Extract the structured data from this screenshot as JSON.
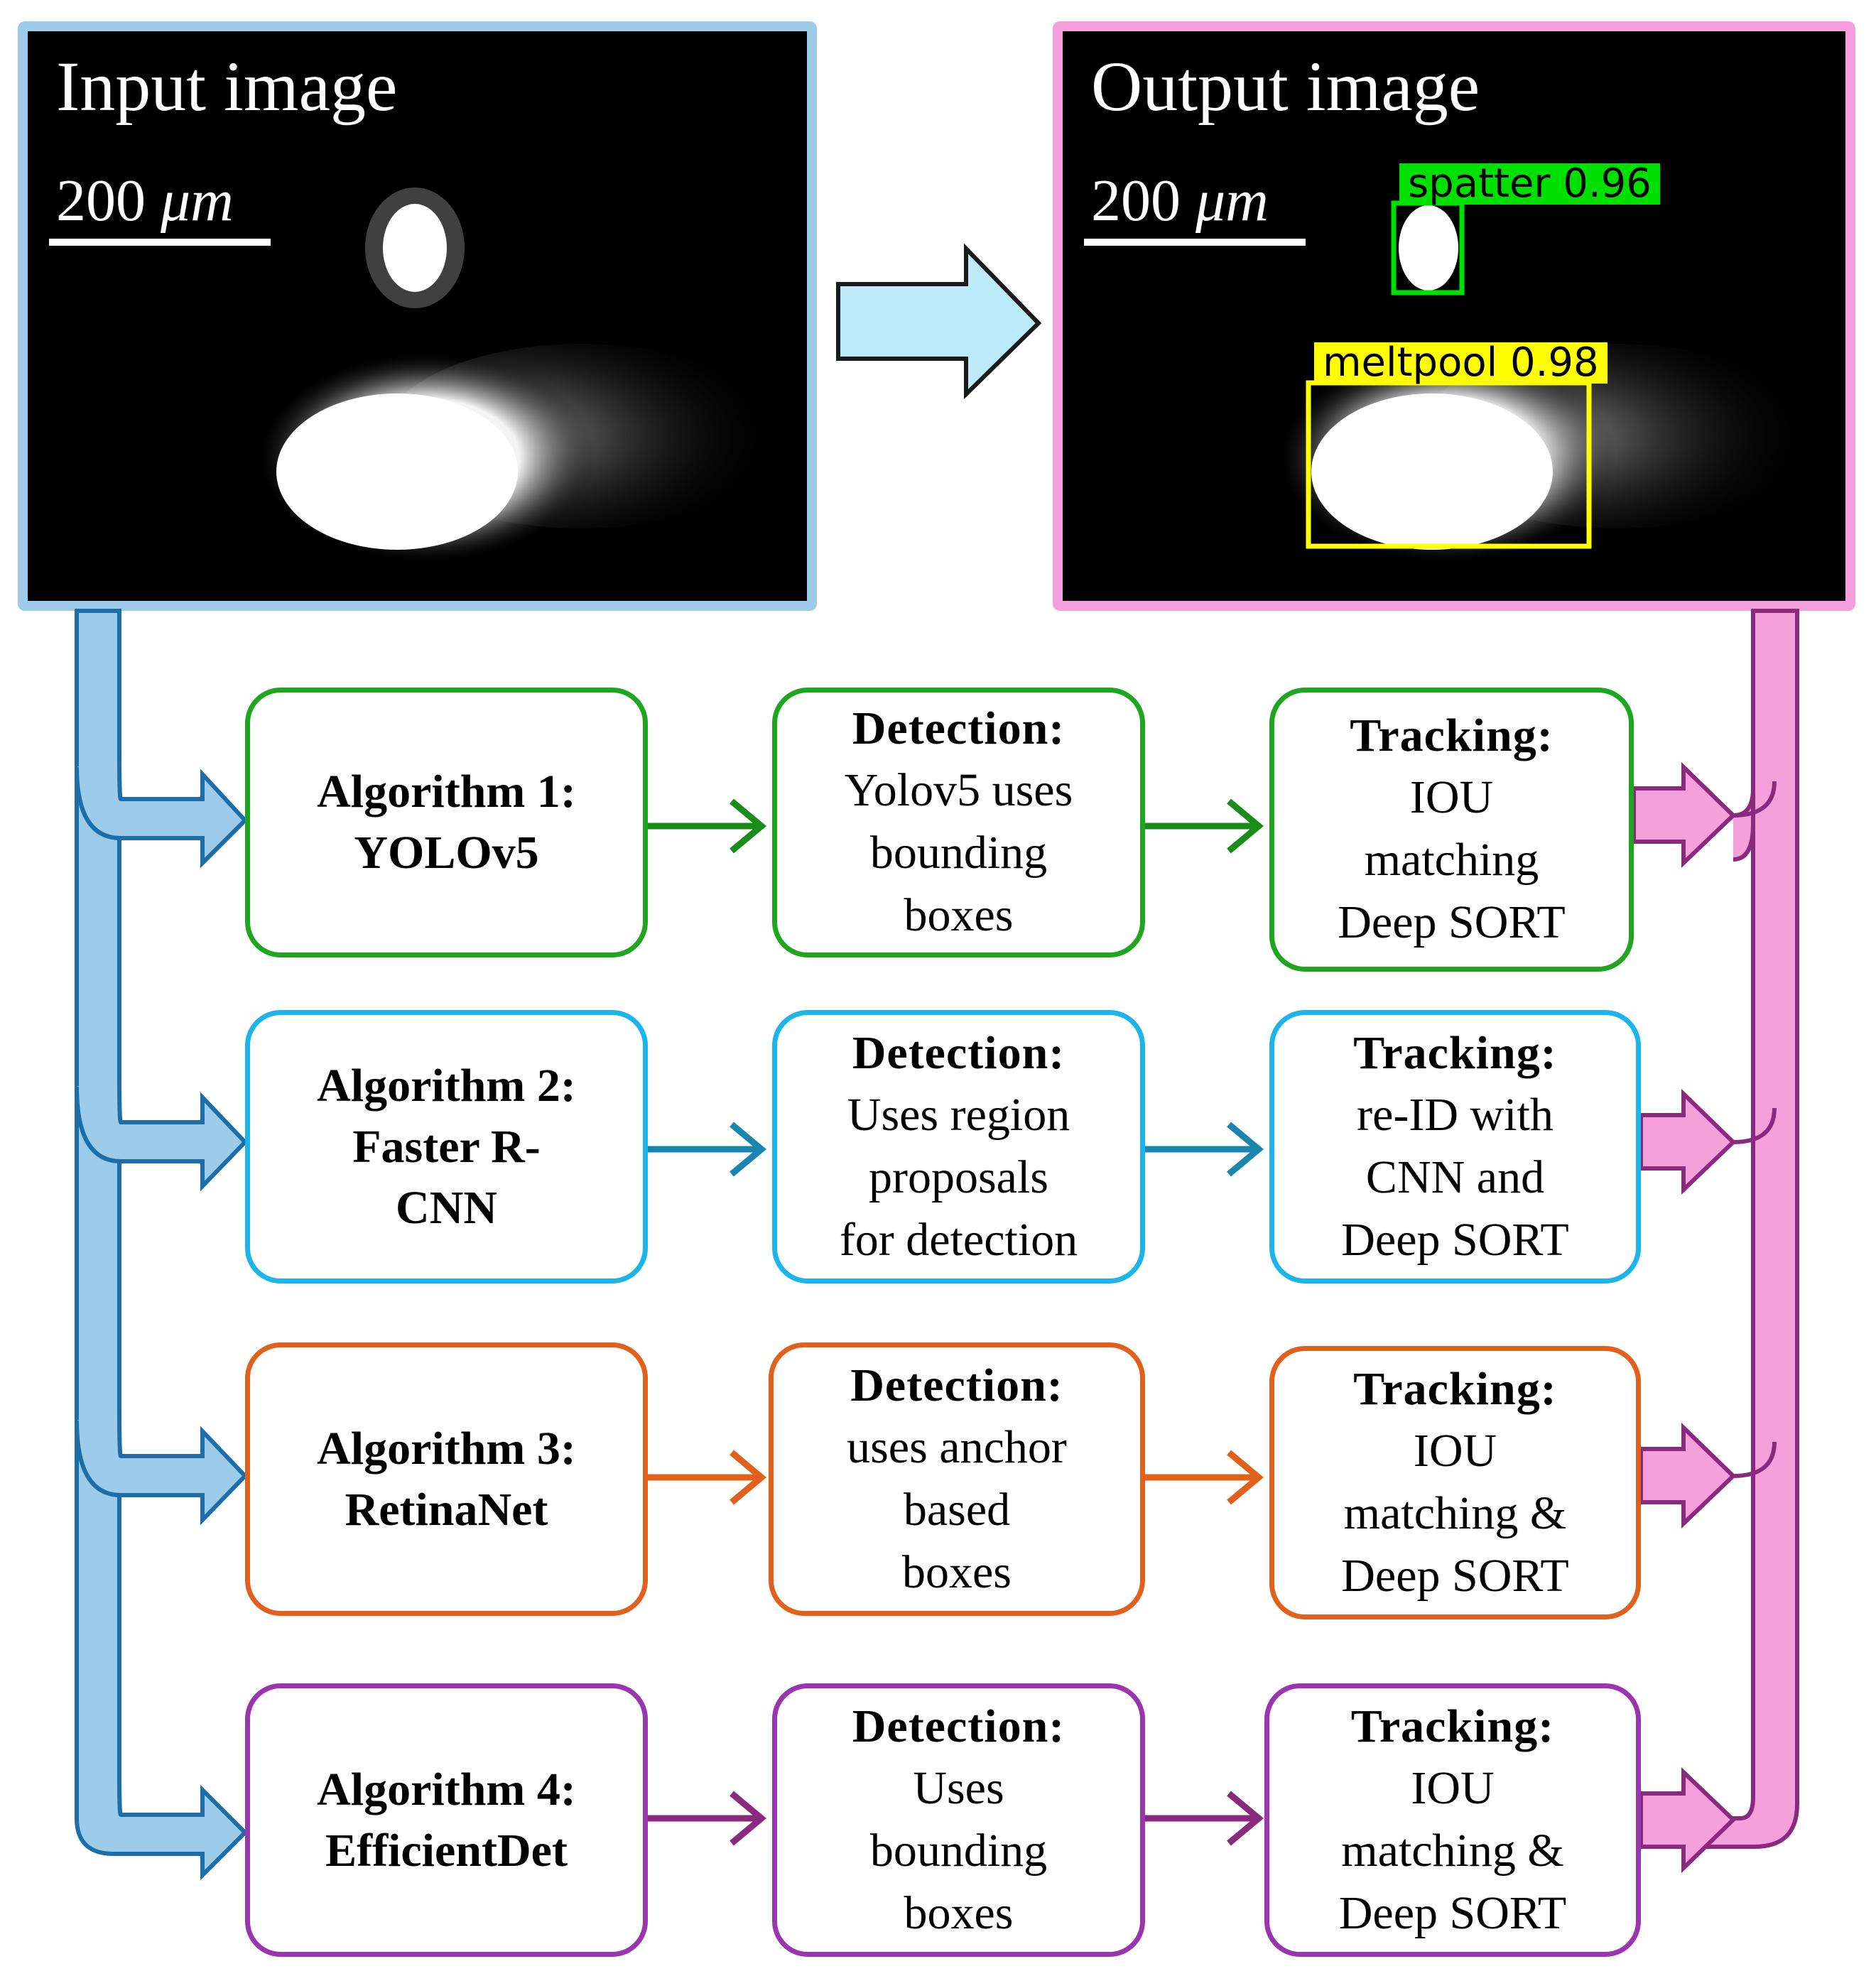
{
  "input_panel": {
    "title": "Input image",
    "scale_value": "200 ",
    "scale_unit": "μm"
  },
  "output_panel": {
    "title": "Output image",
    "scale_value": "200 ",
    "scale_unit": "μm",
    "detections": [
      {
        "label": "spatter 0.96",
        "color": "#00e000"
      },
      {
        "label": "meltpool 0.98",
        "color": "#ffff00"
      }
    ]
  },
  "rows": [
    {
      "color": "#1ea61e",
      "algorithm": [
        "Algorithm 1:",
        "YOLOv5"
      ],
      "detection_heading": "Detection:",
      "detection": [
        "Yolov5 uses",
        "bounding",
        "boxes"
      ],
      "tracking_heading": "Tracking:",
      "tracking": [
        "IOU",
        "matching",
        "Deep SORT"
      ]
    },
    {
      "color": "#1cb5ea",
      "algorithm": [
        "Algorithm 2:",
        "Faster R-",
        "CNN"
      ],
      "detection_heading": "Detection:",
      "detection": [
        "Uses region",
        "proposals",
        "for detection"
      ],
      "tracking_heading": "Tracking:",
      "tracking": [
        "re-ID with",
        "CNN and",
        "Deep SORT"
      ]
    },
    {
      "color": "#e0601c",
      "algorithm": [
        "Algorithm 3:",
        "RetinaNet"
      ],
      "detection_heading": "Detection:",
      "detection": [
        "uses anchor",
        "based",
        "boxes"
      ],
      "tracking_heading": "Tracking:",
      "tracking": [
        "IOU",
        "matching &",
        "Deep SORT"
      ]
    },
    {
      "color": "#9a35b0",
      "algorithm": [
        "Algorithm 4:",
        "EfficientDet"
      ],
      "detection_heading": "Detection:",
      "detection": [
        "Uses",
        "bounding",
        "boxes"
      ],
      "tracking_heading": "Tracking:",
      "tracking": [
        "IOU",
        "matching &",
        "Deep SORT"
      ]
    }
  ],
  "colors": {
    "input_frame": "#9dcbea",
    "output_frame": "#f5a0dd",
    "blue_arrow": "#9dcbea",
    "pink_arrow": "#f5a0dd"
  }
}
